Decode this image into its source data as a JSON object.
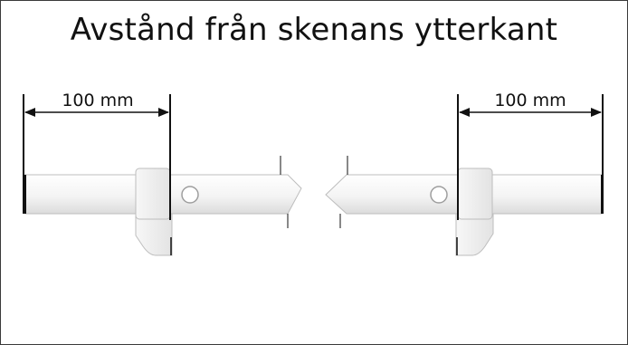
{
  "title": "Avstånd från skenans ytterkant",
  "dimensions": {
    "left_label": "100 mm",
    "right_label": "100 mm"
  },
  "colors": {
    "line": "#111111",
    "rail_fill": "#f5f5f5",
    "rail_stroke": "#b9b9b9",
    "border": "#3a3a3a"
  }
}
